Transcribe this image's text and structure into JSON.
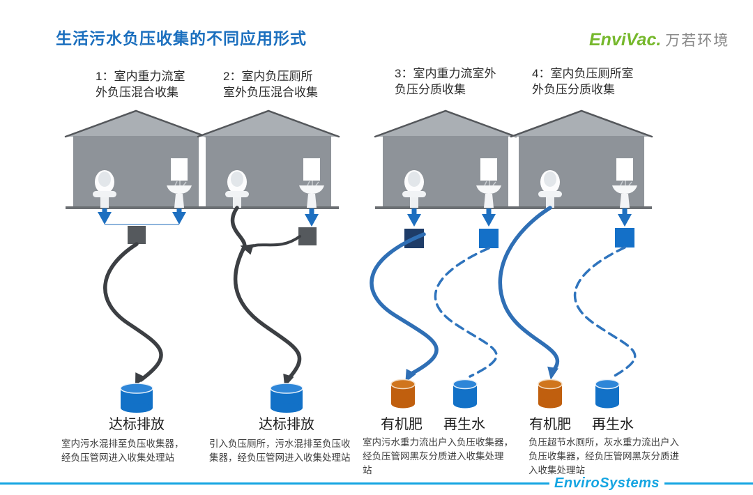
{
  "header": {
    "title": "生活污水负压收集的不同应用形式",
    "brand": "EnviVac.",
    "brand_cn": "万若环境"
  },
  "scenarios": [
    {
      "id": "1",
      "label": "1：室内重力流室\n外负压混合收集",
      "description": "室内污水混排至负压收集器，\n经负压管网进入收集处理站",
      "tanks": [
        {
          "label": "达标排放",
          "color": "#1271c7"
        }
      ]
    },
    {
      "id": "2",
      "label": "2：室内负压厕所\n室外负压混合收集",
      "description": "引入负压厕所，污水混排至负压收\n集器，经负压管网进入收集处理站",
      "tanks": [
        {
          "label": "达标排放",
          "color": "#1271c7"
        }
      ]
    },
    {
      "id": "3",
      "label": "3：室内重力流室外\n负压分质收集",
      "description": "室内污水重力流出户入负压收集器，\n经负压管网黑灰分质进入收集处理\n站",
      "tanks": [
        {
          "label": "有机肥",
          "color": "#c05f0e"
        },
        {
          "label": "再生水",
          "color": "#1271c7"
        }
      ]
    },
    {
      "id": "4",
      "label": "4：室内负压厕所室\n外负压分质收集",
      "description": "负压超节水厕所，灰水重力流出户入\n负压收集器，经负压管网黑灰分质进\n入收集处理站",
      "tanks": [
        {
          "label": "有机肥",
          "color": "#c05f0e"
        },
        {
          "label": "再生水",
          "color": "#1271c7"
        }
      ]
    }
  ],
  "footer": {
    "brand": "EnviroSystems"
  },
  "colors": {
    "title_blue": "#1b6fbe",
    "logo_green": "#76b82c",
    "logo_gray": "#8b8b8b",
    "footer_cyan": "#15a5e2",
    "pipe_dark": "#3c3f43",
    "pipe_blue": "#2f6fb5",
    "arrow_blue": "#1d6fc0",
    "house_wall": "#8e9399",
    "house_roof": "#aaafb4",
    "collector_gray": "#55595d",
    "collector_navy": "#1e3c68",
    "collector_blue": "#1470c8",
    "tank_blue": "#1271c7",
    "tank_orange": "#c05f0e"
  }
}
